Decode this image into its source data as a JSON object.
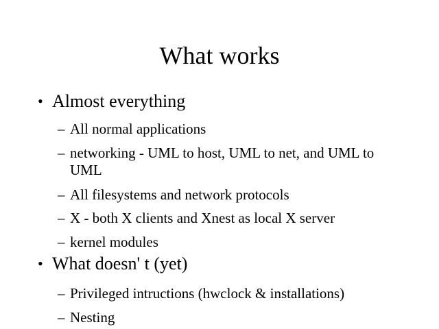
{
  "slide": {
    "title": "What works",
    "bullet_glyph": "•",
    "dash_glyph": "–",
    "items": [
      {
        "text": "Almost everything",
        "subitems": [
          "All normal applications",
          "networking -  UML to host, UML to net, and UML to UML",
          "All filesystems and network protocols",
          "X -  both X clients and Xnest as local X server",
          "kernel modules"
        ]
      },
      {
        "text": "What doesn' t (yet)",
        "subitems": [
          "Privileged intructions (hwclock & installations)",
          "Nesting"
        ]
      }
    ]
  }
}
